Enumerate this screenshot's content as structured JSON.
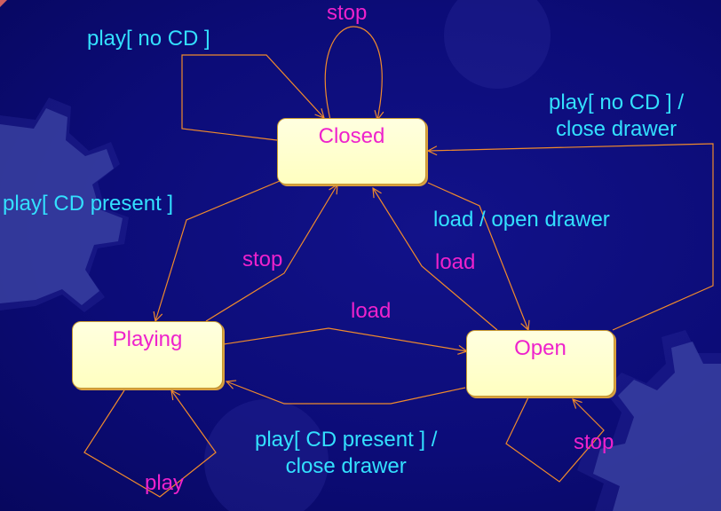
{
  "colors": {
    "edge": "#f08a2c",
    "state_text": "#ee22cc",
    "action_label": "#33e0ff",
    "event_label": "#ee22cc"
  },
  "states": {
    "closed": "Closed",
    "playing": "Playing",
    "open": "Open"
  },
  "labels": {
    "stop_self_closed": "stop",
    "play_no_cd": "play[ no CD ]",
    "play_no_cd_close_line1": "play[ no CD ] /",
    "play_no_cd_close_line2": "close drawer",
    "play_cd_present": "play[ CD present ]",
    "stop_playing_to_closed": "stop",
    "load_open_drawer": "load / open drawer",
    "load_open_to_closed": "load",
    "load_playing_to_open": "load",
    "play_cd_close_line1": "play[ CD present ] /",
    "play_cd_close_line2": "close drawer",
    "stop_self_open": "stop",
    "play_self_playing": "play"
  }
}
